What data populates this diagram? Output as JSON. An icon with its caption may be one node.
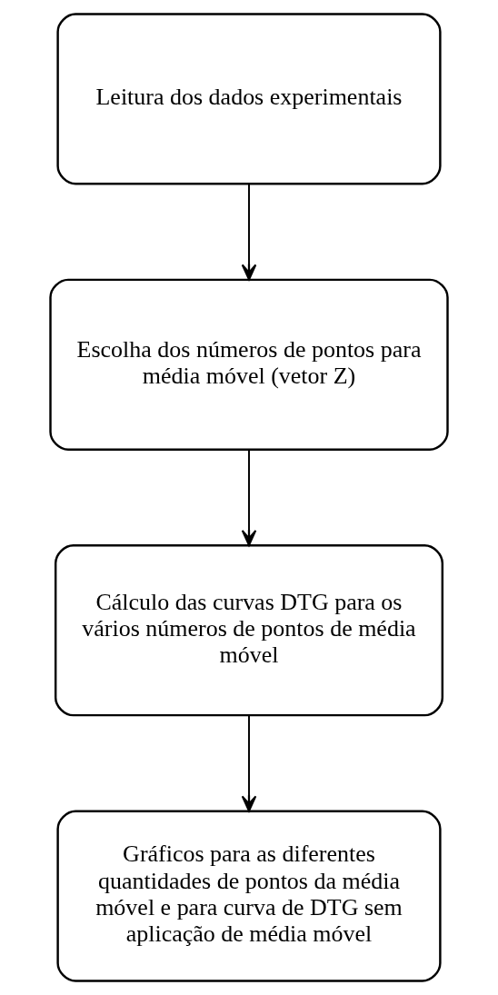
{
  "diagram": {
    "nodes": [
      {
        "text": [
          "Leitura dos dados experimentais"
        ]
      },
      {
        "text": [
          "Escolha dos números de pontos para média móvel (vetor Z)"
        ]
      },
      {
        "text": [
          "Cálculo das curvas DTG para os vários números de pontos de média móvel"
        ]
      },
      {
        "text": [
          "Gráficos para as diferentes quantidades de pontos da média móvel e para curva de DTG sem aplicação de média móvel"
        ]
      }
    ],
    "edges": [
      {
        "from": 0,
        "to": 1,
        "arrow": "to"
      },
      {
        "from": 1,
        "to": 2,
        "arrow": "to"
      },
      {
        "from": 2,
        "to": 3,
        "arrow": "to"
      }
    ]
  }
}
